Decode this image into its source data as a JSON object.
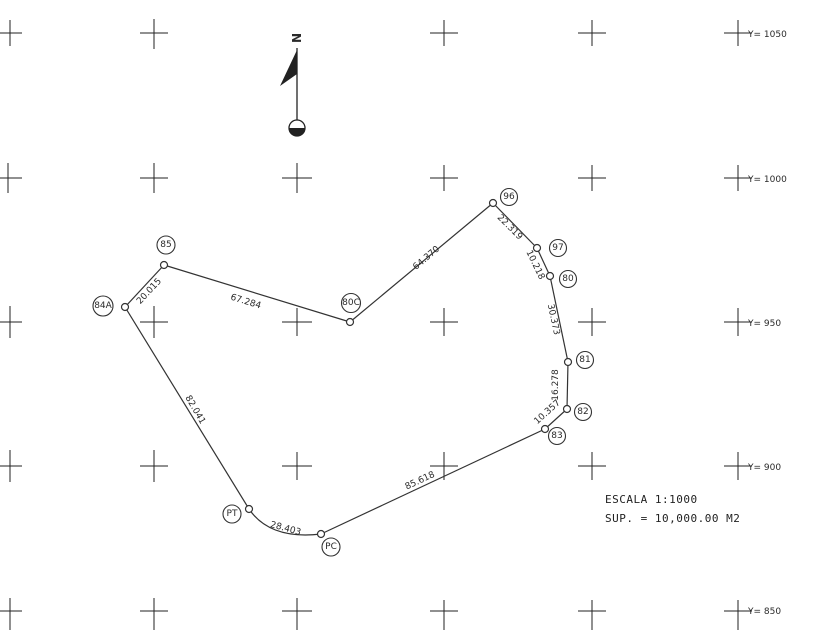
{
  "north_label": "N",
  "notes": {
    "scale": "ESCALA  1:1000",
    "area": "SUP. = 10,000.00  M2"
  },
  "y_ticks": [
    "Y= 1050",
    "Y= 1000",
    "Y= 950",
    "Y= 900",
    "Y= 850"
  ],
  "vertices": [
    {
      "id": "96"
    },
    {
      "id": "97"
    },
    {
      "id": "80"
    },
    {
      "id": "81"
    },
    {
      "id": "82"
    },
    {
      "id": "83"
    },
    {
      "id": "PC"
    },
    {
      "id": "PT"
    },
    {
      "id": "84A"
    },
    {
      "id": "85"
    },
    {
      "id": "80C"
    }
  ],
  "segments": [
    {
      "from": "80C",
      "to": "96",
      "length": "64.370"
    },
    {
      "from": "96",
      "to": "97",
      "length": "22.319"
    },
    {
      "from": "97",
      "to": "80",
      "length": "10.218"
    },
    {
      "from": "80",
      "to": "81",
      "length": "30.373"
    },
    {
      "from": "81",
      "to": "82",
      "length": "16.278"
    },
    {
      "from": "82",
      "to": "83",
      "length": "10.357"
    },
    {
      "from": "83",
      "to": "PC",
      "length": "85.618"
    },
    {
      "from": "PC",
      "to": "PT",
      "length": "28.403"
    },
    {
      "from": "PT",
      "to": "84A",
      "length": "82.041"
    },
    {
      "from": "84A",
      "to": "85",
      "length": "20.015"
    },
    {
      "from": "85",
      "to": "80C",
      "length": "67.284"
    }
  ]
}
